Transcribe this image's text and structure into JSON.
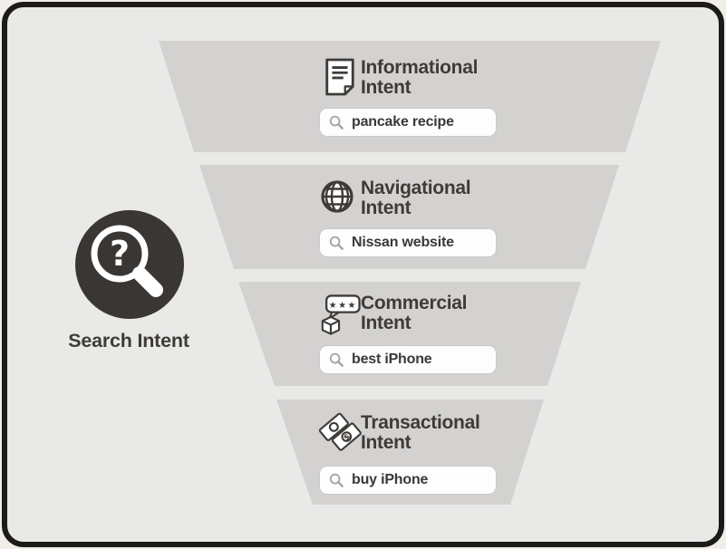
{
  "colors": {
    "outer_background": "#f1eee9",
    "frame_border": "#1d1b19",
    "canvas_background": "#e9e9e8",
    "funnel_segment": "#d3d2d1",
    "hub_circle": "#3a3633",
    "heading_text": "#3e3b38",
    "search_box_background": "#fdfdfd",
    "search_box_border": "#c9c9c9",
    "search_icon_gray": "#a6a6a6"
  },
  "hub": {
    "label": "Search Intent",
    "icon": "magnifier-question-icon"
  },
  "funnel": {
    "segments": [
      {
        "icon": "document-icon",
        "title": "Informational\nIntent",
        "query": "pancake recipe"
      },
      {
        "icon": "globe-icon",
        "title": "Navigational\nIntent",
        "query": "Nissan website"
      },
      {
        "icon": "product-review-icon",
        "title": "Commercial\nIntent",
        "query": "best iPhone"
      },
      {
        "icon": "money-icon",
        "title": "Transactional\nIntent",
        "query": "buy iPhone"
      }
    ]
  }
}
